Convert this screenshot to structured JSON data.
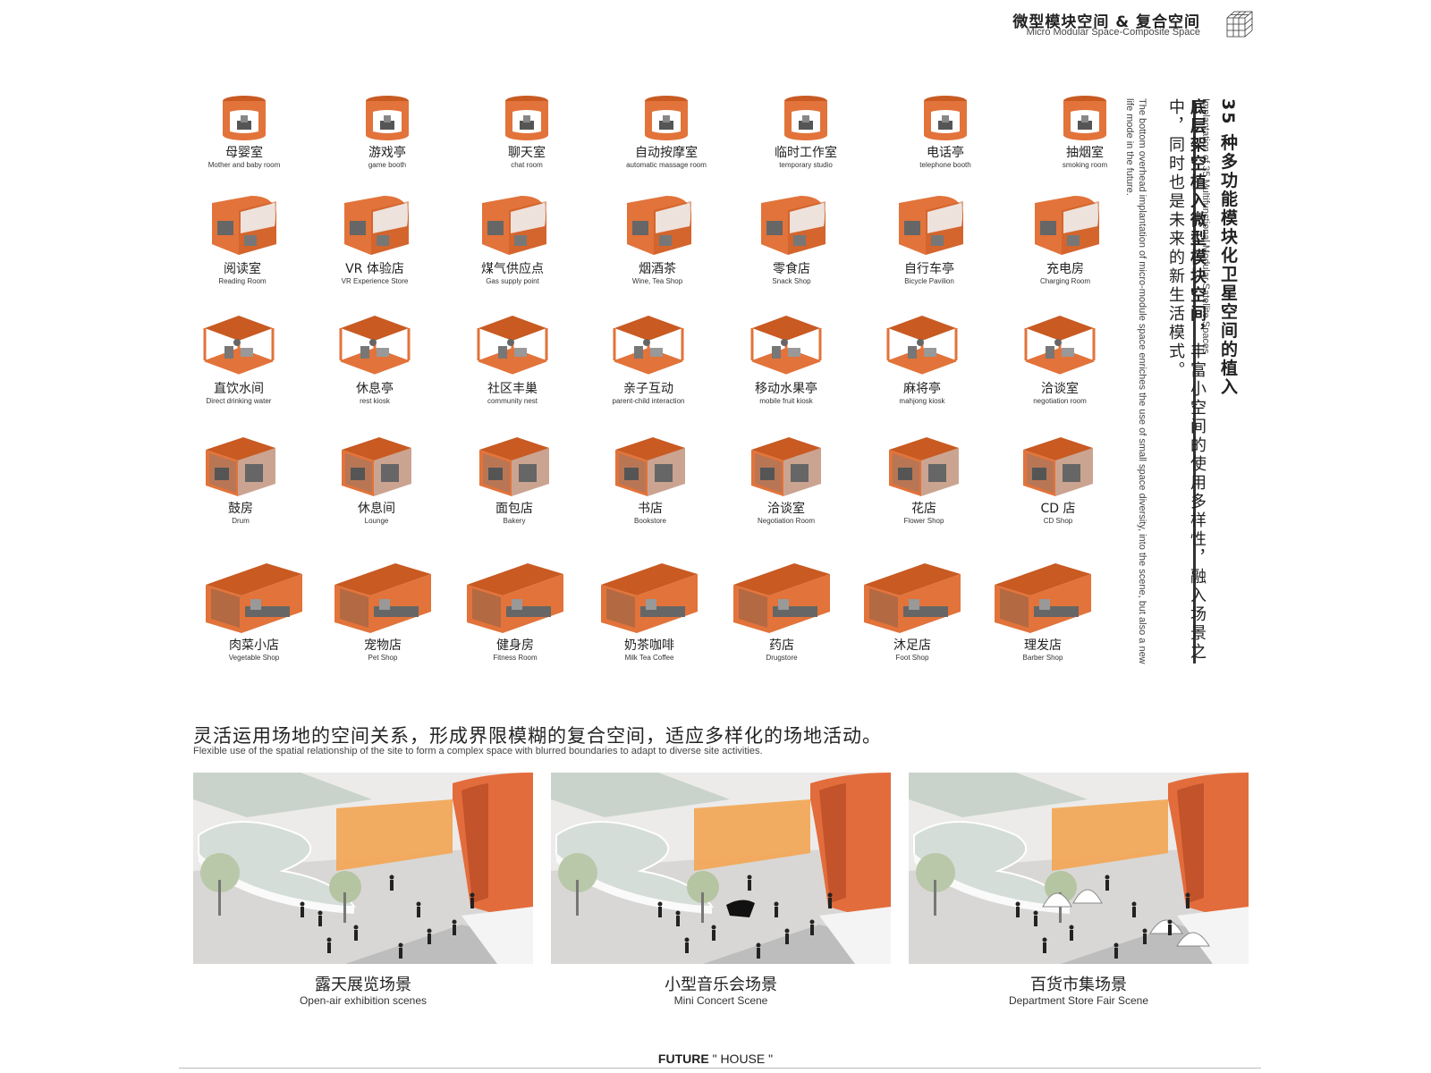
{
  "header": {
    "title_zh": "微型模块空间 & 复合空间",
    "title_en": "Micro Modular Space-Composite Space"
  },
  "colors": {
    "accent": "#E2733A",
    "dark_accent": "#C85A22",
    "gray": "#9a9a9a"
  },
  "modules": [
    {
      "zh": "母婴室",
      "en": "Mother and baby room",
      "type": "cyl"
    },
    {
      "zh": "游戏亭",
      "en": "game booth",
      "type": "cyl"
    },
    {
      "zh": "聊天室",
      "en": "chat room",
      "type": "cyl"
    },
    {
      "zh": "自动按摩室",
      "en": "automatic massage room",
      "type": "cyl"
    },
    {
      "zh": "临时工作室",
      "en": "temporary studio",
      "type": "cyl"
    },
    {
      "zh": "电话亭",
      "en": "telephone booth",
      "type": "cyl"
    },
    {
      "zh": "抽烟室",
      "en": "smoking room",
      "type": "cyl"
    },
    {
      "zh": "阅读室",
      "en": "Reading Room",
      "type": "vault"
    },
    {
      "zh": "VR 体验店",
      "en": "VR Experience Store",
      "type": "vault"
    },
    {
      "zh": "煤气供应点",
      "en": "Gas supply point",
      "type": "vault"
    },
    {
      "zh": "烟酒茶",
      "en": "Wine, Tea Shop",
      "type": "vault"
    },
    {
      "zh": "零食店",
      "en": "Snack Shop",
      "type": "vault"
    },
    {
      "zh": "自行车亭",
      "en": "Bicycle Pavilion",
      "type": "vault"
    },
    {
      "zh": "充电房",
      "en": "Charging Room",
      "type": "vault"
    },
    {
      "zh": "直饮水间",
      "en": "Direct drinking water",
      "type": "frame"
    },
    {
      "zh": "休息亭",
      "en": "rest kiosk",
      "type": "frame"
    },
    {
      "zh": "社区丰巢",
      "en": "community nest",
      "type": "frame"
    },
    {
      "zh": "亲子互动",
      "en": "parent-child interaction",
      "type": "frame"
    },
    {
      "zh": "移动水果亭",
      "en": "mobile fruit kiosk",
      "type": "frame"
    },
    {
      "zh": "麻将亭",
      "en": "mahjong kiosk",
      "type": "frame"
    },
    {
      "zh": "洽谈室",
      "en": "negotiation room",
      "type": "frame"
    },
    {
      "zh": "鼓房",
      "en": "Drum",
      "type": "box"
    },
    {
      "zh": "休息间",
      "en": "Lounge",
      "type": "box"
    },
    {
      "zh": "面包店",
      "en": "Bakery",
      "type": "box"
    },
    {
      "zh": "书店",
      "en": "Bookstore",
      "type": "box"
    },
    {
      "zh": "洽谈室",
      "en": "Negotiation Room",
      "type": "box"
    },
    {
      "zh": "花店",
      "en": "Flower Shop",
      "type": "box"
    },
    {
      "zh": "CD 店",
      "en": "CD Shop",
      "type": "box"
    },
    {
      "zh": "肉菜小店",
      "en": "Vegetable Shop",
      "type": "long"
    },
    {
      "zh": "宠物店",
      "en": "Pet Shop",
      "type": "long"
    },
    {
      "zh": "健身房",
      "en": "Fitness Room",
      "type": "long"
    },
    {
      "zh": "奶茶咖啡",
      "en": "Milk Tea Coffee",
      "type": "long"
    },
    {
      "zh": "药店",
      "en": "Drugstore",
      "type": "long"
    },
    {
      "zh": "沐足店",
      "en": "Foot Shop",
      "type": "long"
    },
    {
      "zh": "理发店",
      "en": "Barber Shop",
      "type": "long"
    }
  ],
  "side": {
    "title_zh": "35 种多功能模块化卫星空间的植入",
    "title_en": "Implantation of 35 Multifunctional Modular Satellite Spaces",
    "body_bold": "底层架空植入微型模块空间，",
    "body_rest": "丰富小空间的使用多样性，融入场景之中，同时也是未来的新生活模式。",
    "body_en": "The bottom overhead implantation of micro-module space enriches the use of small space diversity, into the scene, but also a new life mode in the future."
  },
  "section": {
    "title_zh": "灵活运用场地的空间关系，形成界限模糊的复合空间，适应多样化的场地活动。",
    "title_en": "Flexible use of the spatial relationship of the site to form a complex space with blurred boundaries to adapt to diverse site activities."
  },
  "scenes": [
    {
      "zh": "露天展览场景",
      "en": "Open-air exhibition scenes"
    },
    {
      "zh": "小型音乐会场景",
      "en": "Mini Concert Scene"
    },
    {
      "zh": "百货市集场景",
      "en": "Department Store Fair Scene"
    }
  ],
  "footer": {
    "left": "FUTURE",
    "right": "\" HOUSE \""
  }
}
